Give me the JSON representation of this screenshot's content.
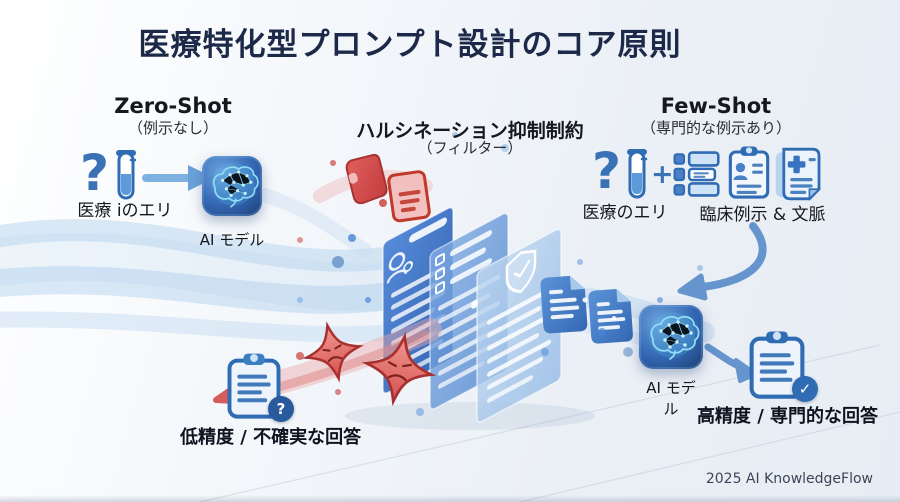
{
  "title": "医療特化型プロンプト設計のコア原則",
  "zero_shot": {
    "heading": "Zero-Shot",
    "subheading": "（例示なし）",
    "query_label": "医療 iのエリ",
    "model_label": "AI モデル"
  },
  "hallucination_filter": {
    "heading": "ハルシネーション抑制制約",
    "subheading": "（フィルター）"
  },
  "few_shot": {
    "heading": "Few-Shot",
    "subheading": "（専門的な例示あり）",
    "query_label": "医療のエリ",
    "plus_sign": "+",
    "context_label": "臨床例示 & 文脈",
    "model_label": "AI モデル"
  },
  "outcomes": {
    "low_accuracy": "低精度 / 不確実な回答",
    "high_accuracy": "高精度 / 専門的な回答"
  },
  "glyphs": {
    "question_mark": "?",
    "badge_question": "?",
    "badge_check": "✓"
  },
  "footer": "2025 AI KnowledgeFlow",
  "colors": {
    "title_navy": "#1d2948",
    "accent_blue": "#2f6cb3",
    "light_blue": "#cfe3f7",
    "alert_red": "#cc4b4b",
    "background": "#eef3f8"
  }
}
